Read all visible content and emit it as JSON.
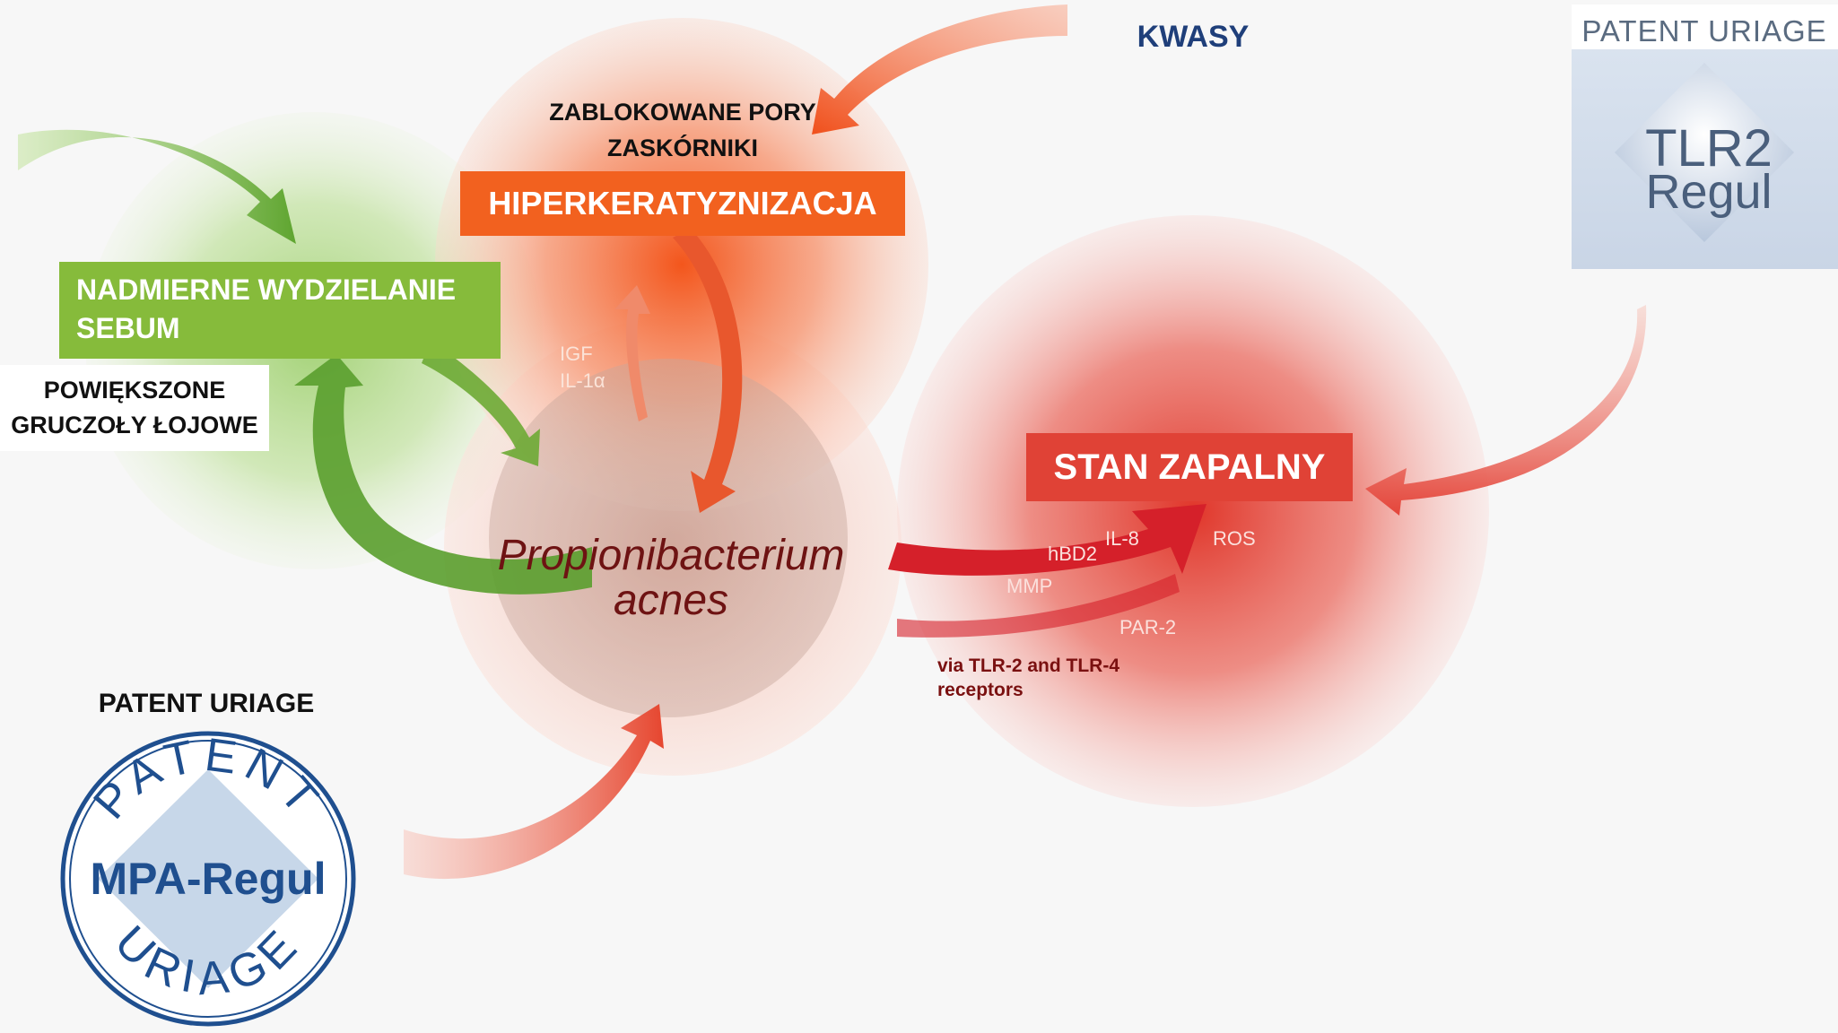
{
  "labels": {
    "acids": "KWASY",
    "pores_line1": "ZABLOKOWANE PORY",
    "pores_line2": "ZASKÓRNIKI",
    "hyperkeratinization": "HIPERKERATYZNIZACJA",
    "sebum_line1": "NADMIERNE WYDZIELANIE",
    "sebum_line2": "SEBUM",
    "glands_line1": "POWIĘKSZONE",
    "glands_line2": "GRUCZOŁY ŁOJOWE",
    "inflammation": "STAN ZAPALNY",
    "bacterium_line1": "Propionibacterium",
    "bacterium_line2": "acnes",
    "igf": "IGF",
    "il1a": "IL-1α",
    "hbd2": "hBD2",
    "il8": "IL-8",
    "mmp": "MMP",
    "ros": "ROS",
    "par2": "PAR-2",
    "via_line1": "via TLR-2 and TLR-4",
    "via_line2": "receptors"
  },
  "patent_mpa": {
    "title": "PATENT URIAGE",
    "arc_top": "PATENT",
    "arc_bottom": "URIAGE",
    "name": "MPA-Regul"
  },
  "patent_tlr": {
    "title": "PATENT URIAGE",
    "name_line1": "TLR2",
    "name_line2": "Regul"
  },
  "colors": {
    "green": "#86bb3b",
    "orange": "#f2611f",
    "red": "#e04236",
    "navy": "#1f3f7a",
    "dark_red_text": "#7a1010"
  }
}
